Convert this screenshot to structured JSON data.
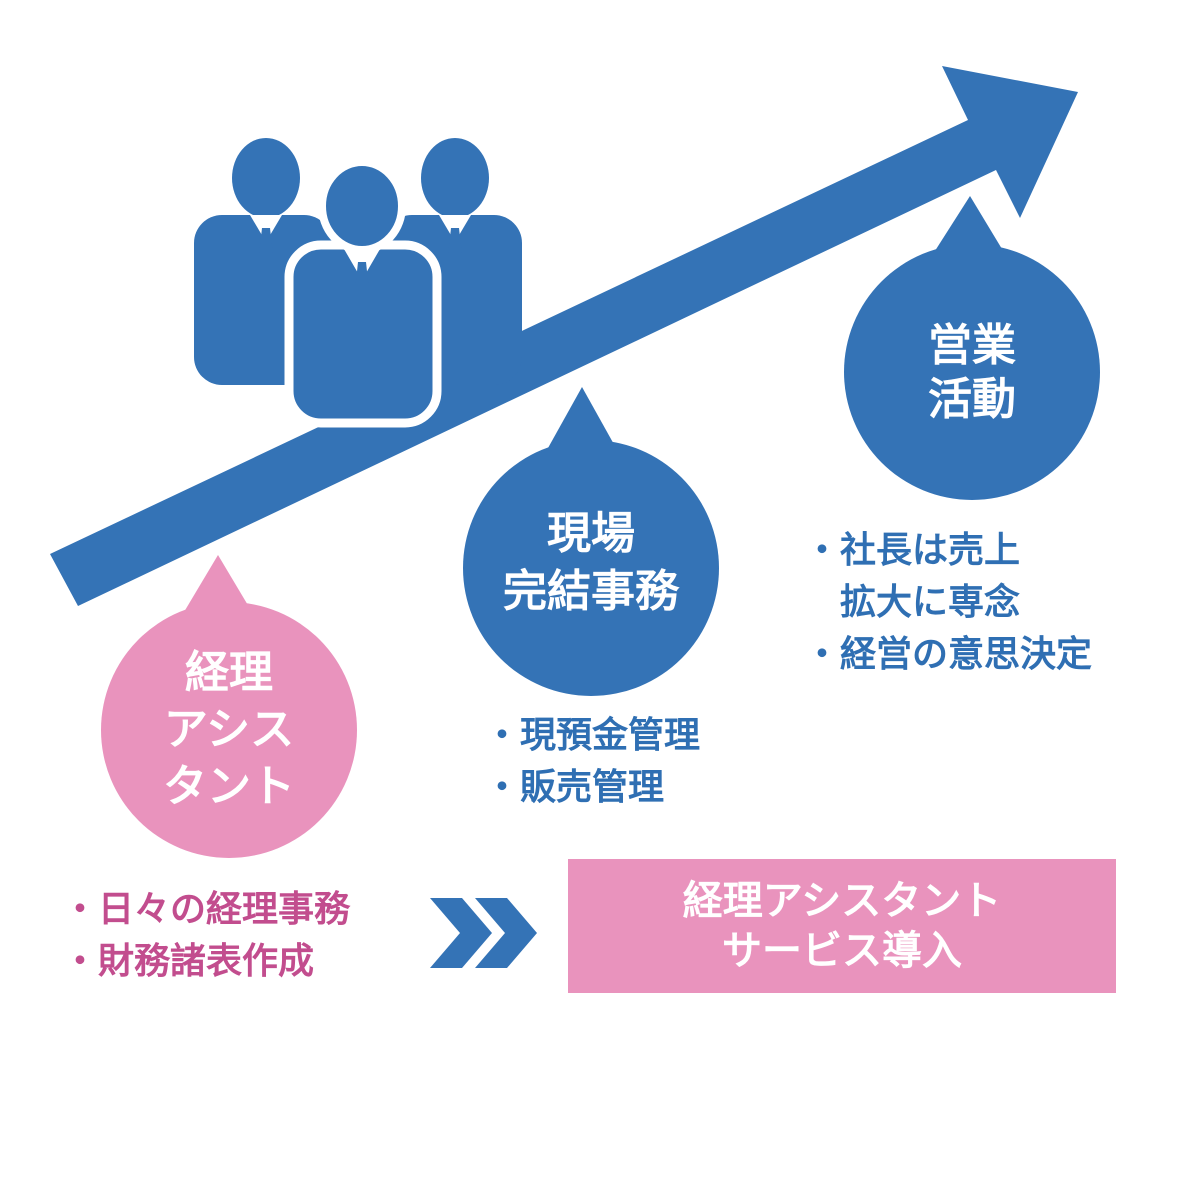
{
  "colors": {
    "primary_blue": "#3473b6",
    "accent_pink": "#e993bd",
    "pink_text": "#c24d8e",
    "blue_text": "#2f6fb3",
    "background": "#ffffff"
  },
  "icons": {
    "growth": "arrow-up-right",
    "staff": "business-people-group",
    "proceed": "double-chevron-right"
  },
  "stages": [
    {
      "id": "accounting",
      "label_lines": [
        "経理",
        "アシス",
        "タント"
      ],
      "bullets": [
        "日々の経理事務",
        "財務諸表作成"
      ]
    },
    {
      "id": "field",
      "label_lines": [
        "現場",
        "完結事務"
      ],
      "bullets": [
        "現預金管理",
        "販売管理"
      ]
    },
    {
      "id": "sales",
      "label_lines": [
        "営業",
        "活動"
      ],
      "bullets": [
        "社長は売上",
        "拡大に専念",
        "経営の意思決定"
      ]
    }
  ],
  "bullet_mark": "・",
  "cta": {
    "lines": [
      "経理アシスタント",
      "サービス導入"
    ]
  }
}
